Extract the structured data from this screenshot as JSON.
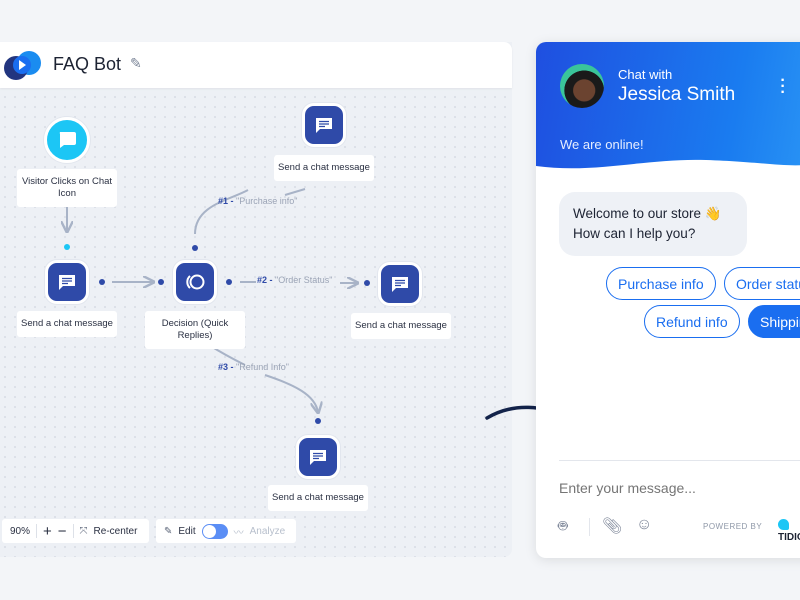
{
  "builder": {
    "title": "FAQ Bot",
    "nodes": {
      "start": "Visitor Clicks on Chat Icon",
      "send1": "Send a chat message",
      "decision": "Decision (Quick Replies)",
      "send_top": "Send a chat message",
      "send_right": "Send a chat message",
      "send_bottom": "Send a chat message"
    },
    "edges": [
      {
        "num": "#1 -",
        "label": "\"Purchase info\""
      },
      {
        "num": "#2 -",
        "label": "\"Order Status\""
      },
      {
        "num": "#3 -",
        "label": "\"Refund Info\""
      }
    ],
    "controls": {
      "zoom": "90%",
      "zoom_in": "+",
      "zoom_out": "−",
      "recenter": "Re-center",
      "edit": "Edit",
      "analyze": "Analyze",
      "edit_toggle_on": true
    }
  },
  "chat": {
    "chat_with": "Chat with",
    "agent_name": "Jessica Smith",
    "status": "We are online!",
    "message": [
      "Welcome to our store 👋",
      "How can I help you?"
    ],
    "quick_replies": [
      "Purchase info",
      "Order status",
      "Refund info",
      "Shipping"
    ],
    "input_placeholder": "Enter your message...",
    "powered_by": "POWERED BY",
    "brand": "TIDIO"
  },
  "colors": {
    "primary": "#2f4aa8",
    "accent": "#1a6ef0",
    "start": "#1cc6f5"
  }
}
